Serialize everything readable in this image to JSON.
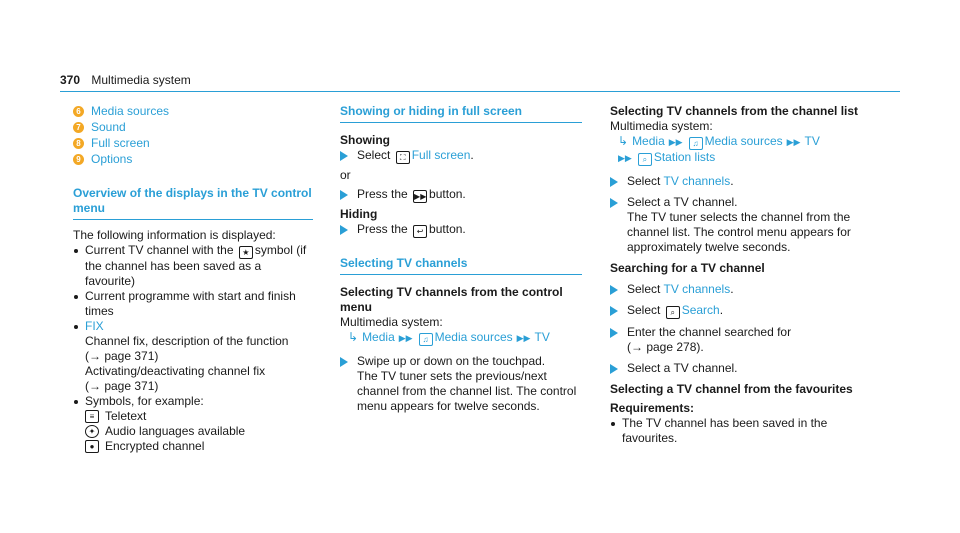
{
  "header": {
    "page_number": "370",
    "title": "Multimedia system"
  },
  "col1": {
    "numbered": [
      {
        "num": "6",
        "text": "Media sources"
      },
      {
        "num": "7",
        "text": "Sound"
      },
      {
        "num": "8",
        "text": "Full screen"
      },
      {
        "num": "9",
        "text": "Options"
      }
    ],
    "heading": "Overview of the displays in the TV control menu",
    "intro": "The following information is displayed:",
    "b1_pre": "Current TV channel with the",
    "b1_post": "symbol (if the channel has been saved as a favourite)",
    "b2": "Current programme with start and finish times",
    "b3_label": "FIX",
    "b3_desc": "Channel fix, description of the function",
    "b3_ref1": "(→ page 371)",
    "b3_desc2": "Activating/deactivating channel fix",
    "b3_ref2": "(→ page 371)",
    "b4": "Symbols, for example:",
    "sym_teletext": "Teletext",
    "sym_audio": "Audio languages available",
    "sym_encrypted": "Encrypted channel"
  },
  "col2": {
    "heading1": "Showing or hiding in full screen",
    "showing": "Showing",
    "select_label": "Select",
    "full_screen": "Full screen",
    "or": "or",
    "press_the": "Press the",
    "button_word": "button.",
    "hiding": "Hiding",
    "heading2": "Selecting TV channels",
    "sub1": "Selecting TV channels from the control menu",
    "ms": "Multimedia system:",
    "path_media": "Media",
    "path_sources": "Media sources",
    "path_tv": "TV",
    "swipe": "Swipe up or down on the touchpad.",
    "swipe_desc": "The TV tuner sets the previous/next channel from the channel list. The control menu appears for twelve seconds."
  },
  "col3": {
    "sub_list": "Selecting TV channels from the channel list",
    "ms": "Multimedia system:",
    "path_media": "Media",
    "path_sources": "Media sources",
    "path_tv": "TV",
    "path_station": "Station lists",
    "select": "Select",
    "tv_channels": "TV channels",
    "select_tv": "Select a TV channel.",
    "tuner_desc": "The TV tuner selects the channel from the channel list. The control menu appears for approximately twelve seconds.",
    "search_heading": "Searching for a TV channel",
    "search": "Search",
    "enter": "Enter the channel searched for",
    "enter_ref": "(→ page 278).",
    "fav_heading": "Selecting a TV channel from the favourites",
    "req": "Requirements:",
    "req_item": "The TV channel has been saved in the favourites."
  }
}
